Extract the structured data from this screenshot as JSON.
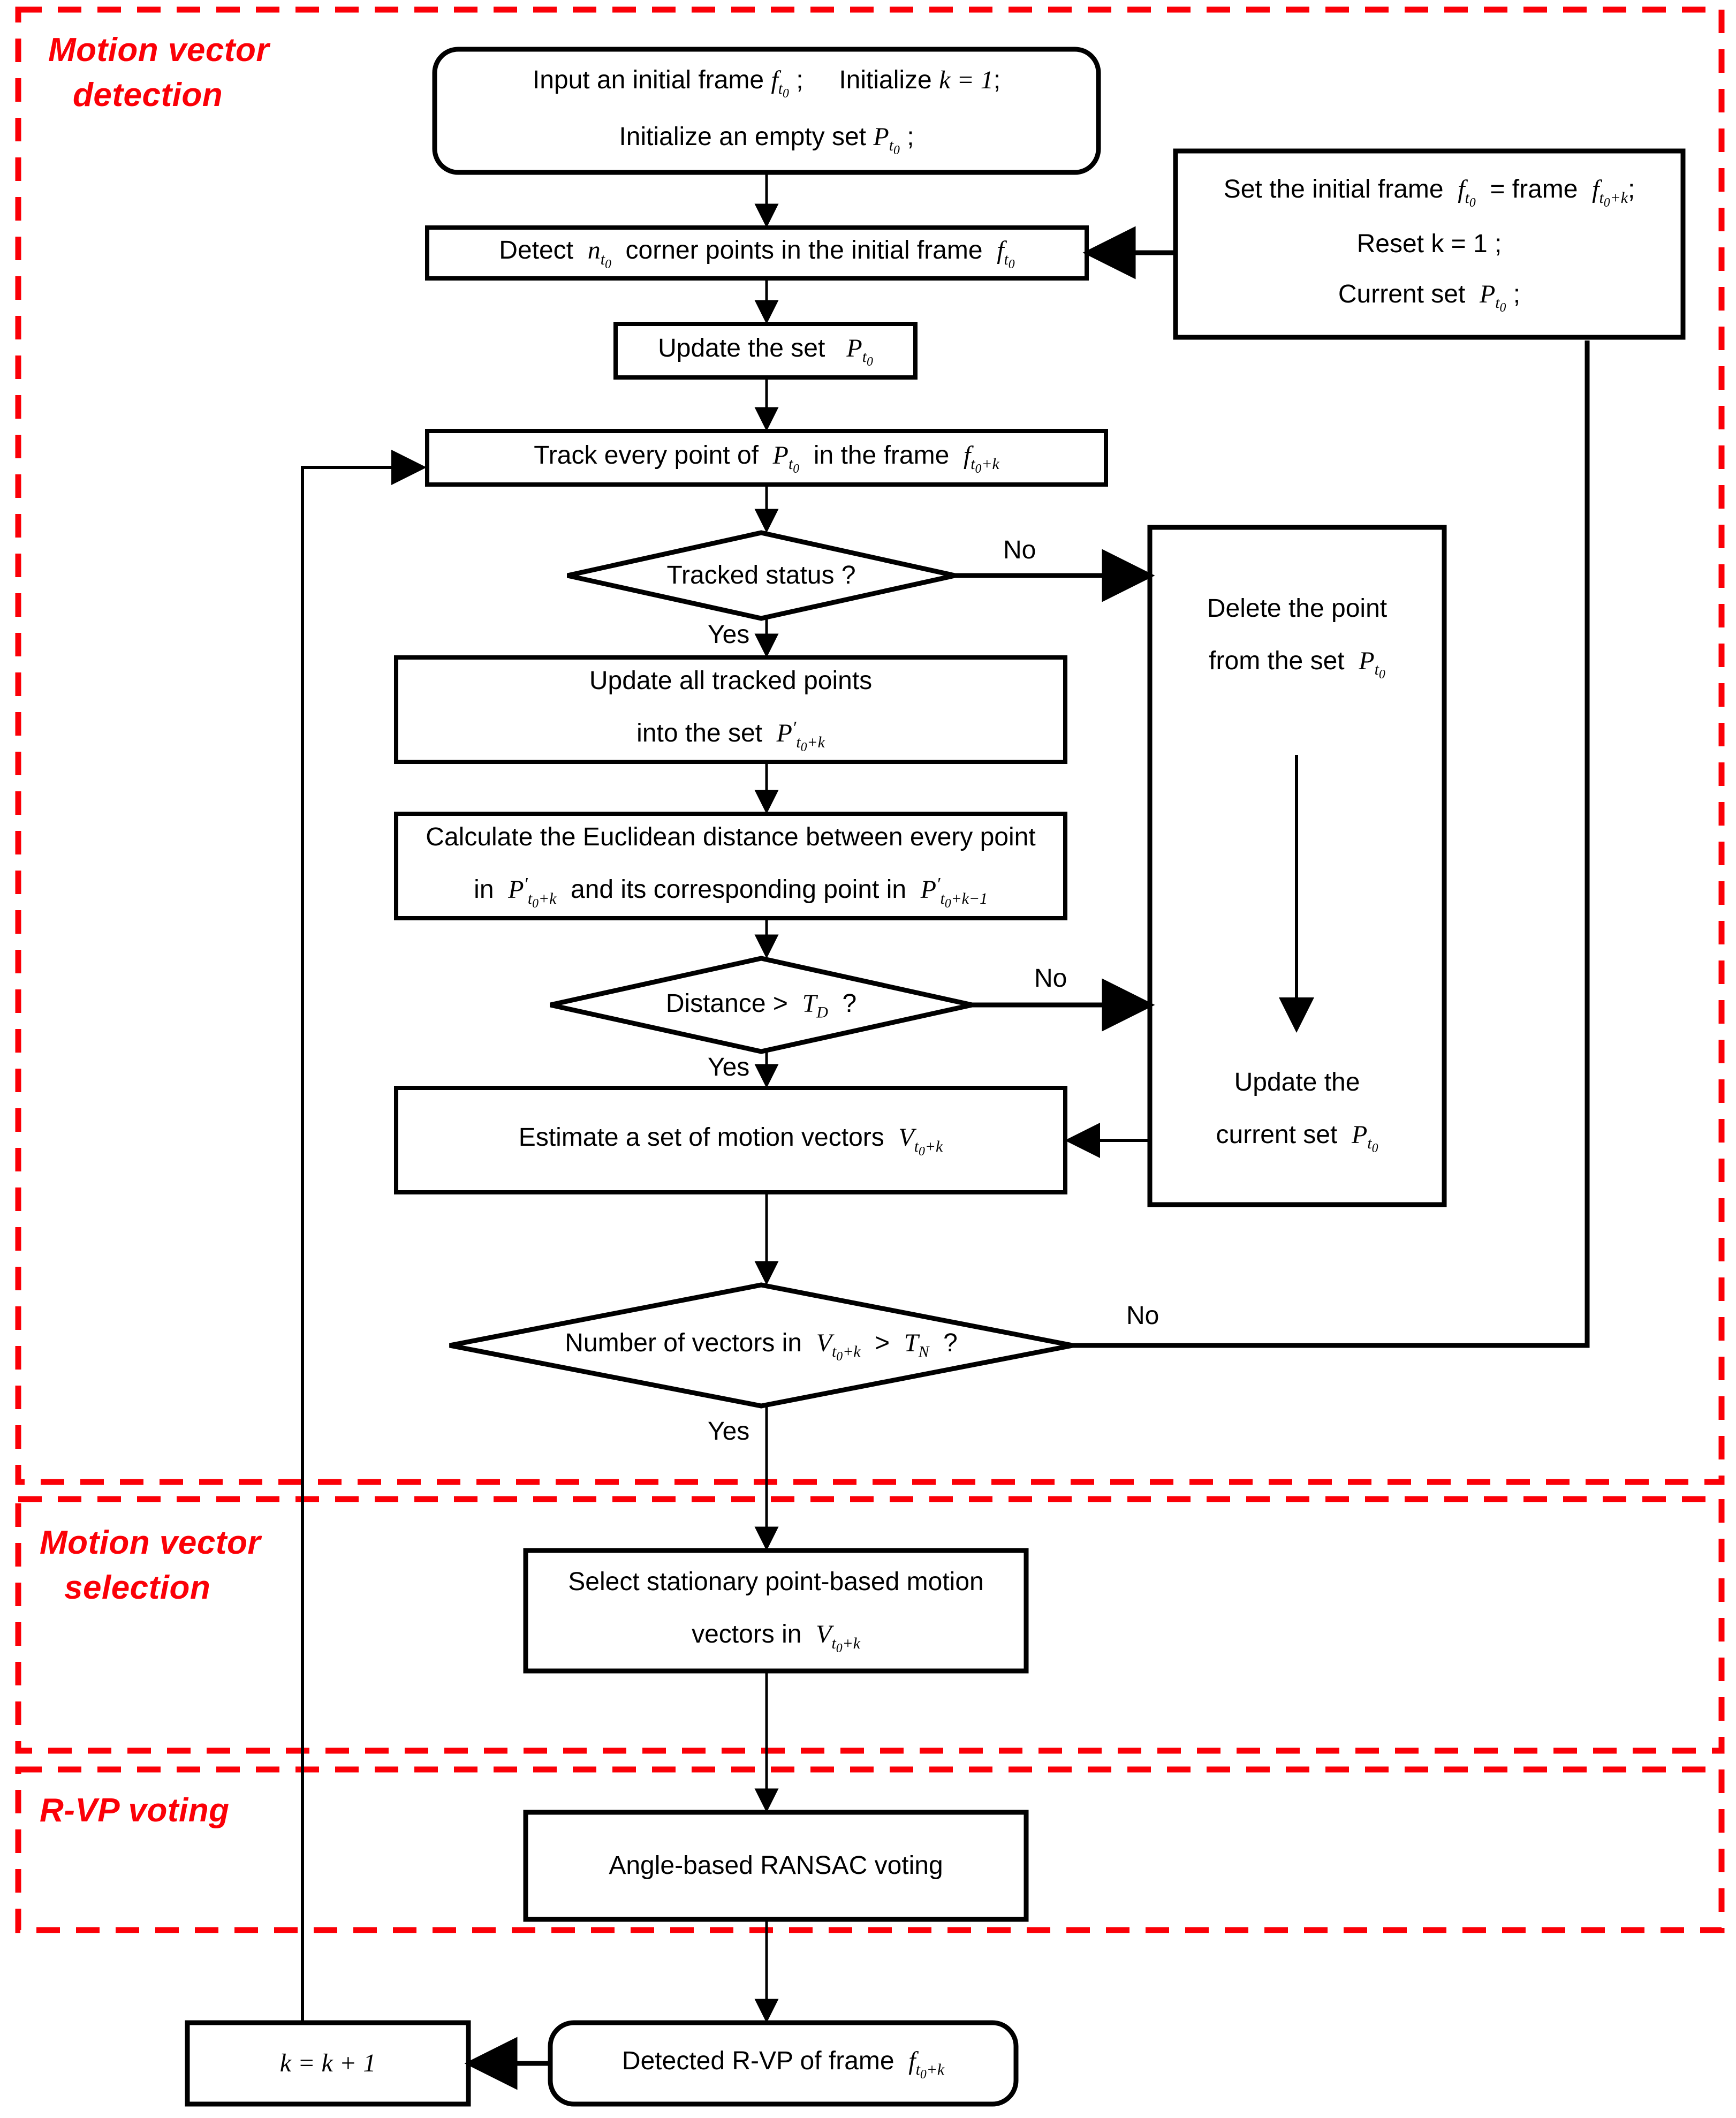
{
  "diagram": {
    "title": "R-VP detection flowchart",
    "accent_color": "#fb0007",
    "line_color": "#000000"
  },
  "sections": [
    {
      "id": "motion-vector-detection",
      "label_line1": "Motion vector",
      "label_line2": "detection"
    },
    {
      "id": "motion-vector-selection",
      "label_line1": "Motion vector",
      "label_line2": "selection"
    },
    {
      "id": "r-vp-voting",
      "label_line1": "R-VP voting",
      "label_line2": ""
    }
  ],
  "nodes": {
    "start": {
      "shape": "rounded",
      "line1_a": "Input an initial frame",
      "line1_sym": "f",
      "line1_sub": "t0",
      "line1_b": ";",
      "line1_c": "Initialize",
      "line1_k": "k = 1",
      "line1_d": ";",
      "line2_a": "Initialize an empty set",
      "line2_sym": "P",
      "line2_sub": "t0",
      "line2_b": ";"
    },
    "detect": {
      "shape": "process",
      "a": "Detect",
      "sym1": "n",
      "sub1": "t0",
      "b": "corner points in the initial frame",
      "sym2": "f",
      "sub2": "t0"
    },
    "update_set": {
      "shape": "process",
      "a": "Update the set",
      "sym": "P",
      "sub": "t0"
    },
    "track": {
      "shape": "process",
      "a": "Track every point  of",
      "sym1": "P",
      "sub1": "t0",
      "b": "in the frame",
      "sym2": "f",
      "sub2": "t0+k"
    },
    "tracked_status": {
      "shape": "decision",
      "text": "Tracked status ?"
    },
    "update_tracked": {
      "shape": "process",
      "line1": "Update all tracked points",
      "line2_a": "into the set",
      "sym": "P",
      "prime": "′",
      "sub": "t0+k"
    },
    "euclidean": {
      "shape": "process",
      "line1": "Calculate the Euclidean distance between every point",
      "line2_a": "in",
      "sym1": "P",
      "prime1": "′",
      "sub1": "t0+k",
      "line2_b": "and its corresponding point in",
      "sym2": "P",
      "prime2": "′",
      "sub2": "t0+k−1"
    },
    "distance_check": {
      "shape": "decision",
      "a": "Distance >",
      "sym": "T",
      "sub": "D",
      "b": "?"
    },
    "estimate_vectors": {
      "shape": "process",
      "a": "Estimate a set of motion vectors",
      "sym": "V",
      "sub": "t0+k"
    },
    "vector_count_check": {
      "shape": "decision",
      "a": "Number of vectors in",
      "sym1": "V",
      "sub1": "t0+k",
      "b": ">",
      "sym2": "T",
      "sub2": "N",
      "c": "?"
    },
    "delete_point": {
      "shape": "process",
      "line1": "Delete the point",
      "line2_a": "from the set",
      "sym": "P",
      "sub": "t0"
    },
    "update_current": {
      "shape": "process",
      "line1": "Update the",
      "line2_a": "current set",
      "sym": "P",
      "sub": "t0"
    },
    "reset_frame": {
      "shape": "process",
      "line1_a": "Set the initial frame",
      "sym1": "f",
      "sub1": "t0",
      "line1_b": "= frame",
      "sym2": "f",
      "sub2": "t0+k",
      "line1_c": ";",
      "line2": "Reset  k = 1 ;",
      "line3_a": "Current set",
      "sym3": "P",
      "sub3": "t0",
      "line3_b": ";"
    },
    "select_stationary": {
      "shape": "process",
      "line1": "Select stationary point-based motion",
      "line2_a": "vectors in",
      "sym": "V",
      "sub": "t0+k"
    },
    "ransac": {
      "shape": "process",
      "text": "Angle-based RANSAC voting"
    },
    "detected_rvp": {
      "shape": "rounded",
      "a": "Detected R-VP of frame",
      "sym": "f",
      "sub": "t0+k"
    },
    "increment_k": {
      "shape": "process",
      "text": "k = k + 1"
    }
  },
  "edge_labels": {
    "tracked_no": "No",
    "tracked_yes": "Yes",
    "distance_no": "No",
    "distance_yes": "Yes",
    "count_no": "No",
    "count_yes": "Yes"
  }
}
